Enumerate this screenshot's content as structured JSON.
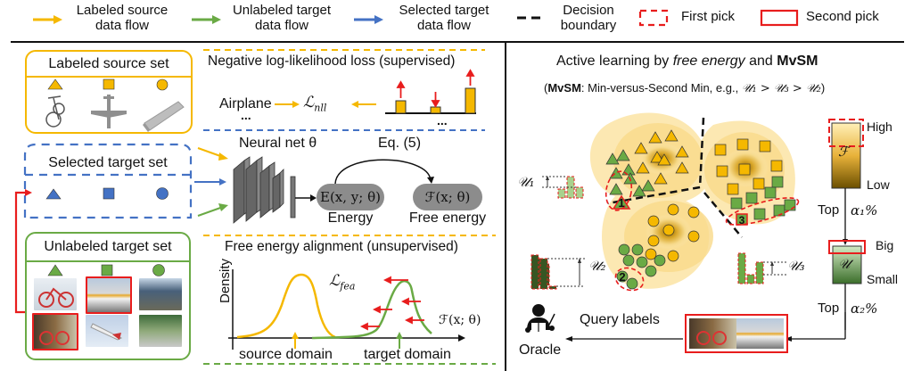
{
  "legend": {
    "items": [
      {
        "label_line1": "Labeled source",
        "label_line2": "data flow",
        "color": "#F5B800",
        "icon": "arrow-right-icon"
      },
      {
        "label_line1": "Unlabeled target",
        "label_line2": "data flow",
        "color": "#6AAA45",
        "icon": "arrow-right-icon"
      },
      {
        "label_line1": "Selected target",
        "label_line2": "data flow",
        "color": "#4472C4",
        "icon": "arrow-right-icon"
      },
      {
        "label_line1": "Decision",
        "label_line2": "boundary",
        "color": "#111111",
        "icon": "dashed-line-icon"
      },
      {
        "label": "First pick",
        "color": "#E81D1D",
        "icon": "dashed-rect-icon"
      },
      {
        "label": "Second pick",
        "color": "#E81D1D",
        "icon": "solid-rect-icon"
      }
    ]
  },
  "left": {
    "labeled_source_set": {
      "title": "Labeled source set",
      "images": [
        "bicycle",
        "airplane",
        "bus"
      ]
    },
    "selected_target_set": {
      "title": "Selected target set"
    },
    "unlabeled_target_set": {
      "title": "Unlabeled target set"
    },
    "nll_box": {
      "title": "Negative log-likelihood loss (supervised)",
      "class_label": "Airplane",
      "ellipsis": "...",
      "loss_symbol": "ℒ",
      "loss_sub": "nll",
      "bars_ellipsis": "..."
    },
    "network": {
      "title": "Neural net θ",
      "eq_label": "Eq. (5)",
      "energy_formula": "E(x, y; θ)",
      "energy_label": "Energy",
      "free_energy_formula": "ℱ(x; θ)",
      "free_energy_label": "Free energy"
    },
    "fea_box": {
      "title": "Free energy alignment (unsupervised)",
      "y_label": "Density",
      "loss_symbol": "ℒ",
      "loss_sub": "fea",
      "x_axis_label": "ℱ(x; θ)",
      "source_label": "source domain",
      "target_label": "target domain"
    }
  },
  "right": {
    "title_pre": "Active learning by ",
    "title_italic": "free energy",
    "title_mid": " and ",
    "title_bold": "MvSM",
    "subtitle_open": "(",
    "subtitle_bold": "MvSM",
    "subtitle_rest": ": Min-versus-Second Min, e.g., ",
    "subtitle_math": "𝒰₁ > 𝒰₃ > 𝒰₂",
    "subtitle_close": ")",
    "u_labels": [
      "𝒰₁",
      "𝒰₂",
      "𝒰₃"
    ],
    "pick_numbers": [
      "1",
      "2",
      "3"
    ],
    "f_bar": {
      "symbol": "ℱ",
      "high": "High",
      "low": "Low"
    },
    "step1": {
      "top": "Top",
      "alpha": "α₁%"
    },
    "u_bar": {
      "symbol": "𝒰",
      "big": "Big",
      "small": "Small"
    },
    "step2": {
      "top": "Top",
      "alpha": "α₂%"
    },
    "query_label": "Query labels",
    "oracle_label": "Oracle"
  },
  "colors": {
    "yellow": "#F5B800",
    "green": "#6AAA45",
    "blue": "#4472C4",
    "red": "#E81D1D",
    "gray": "#8C8C8C"
  }
}
